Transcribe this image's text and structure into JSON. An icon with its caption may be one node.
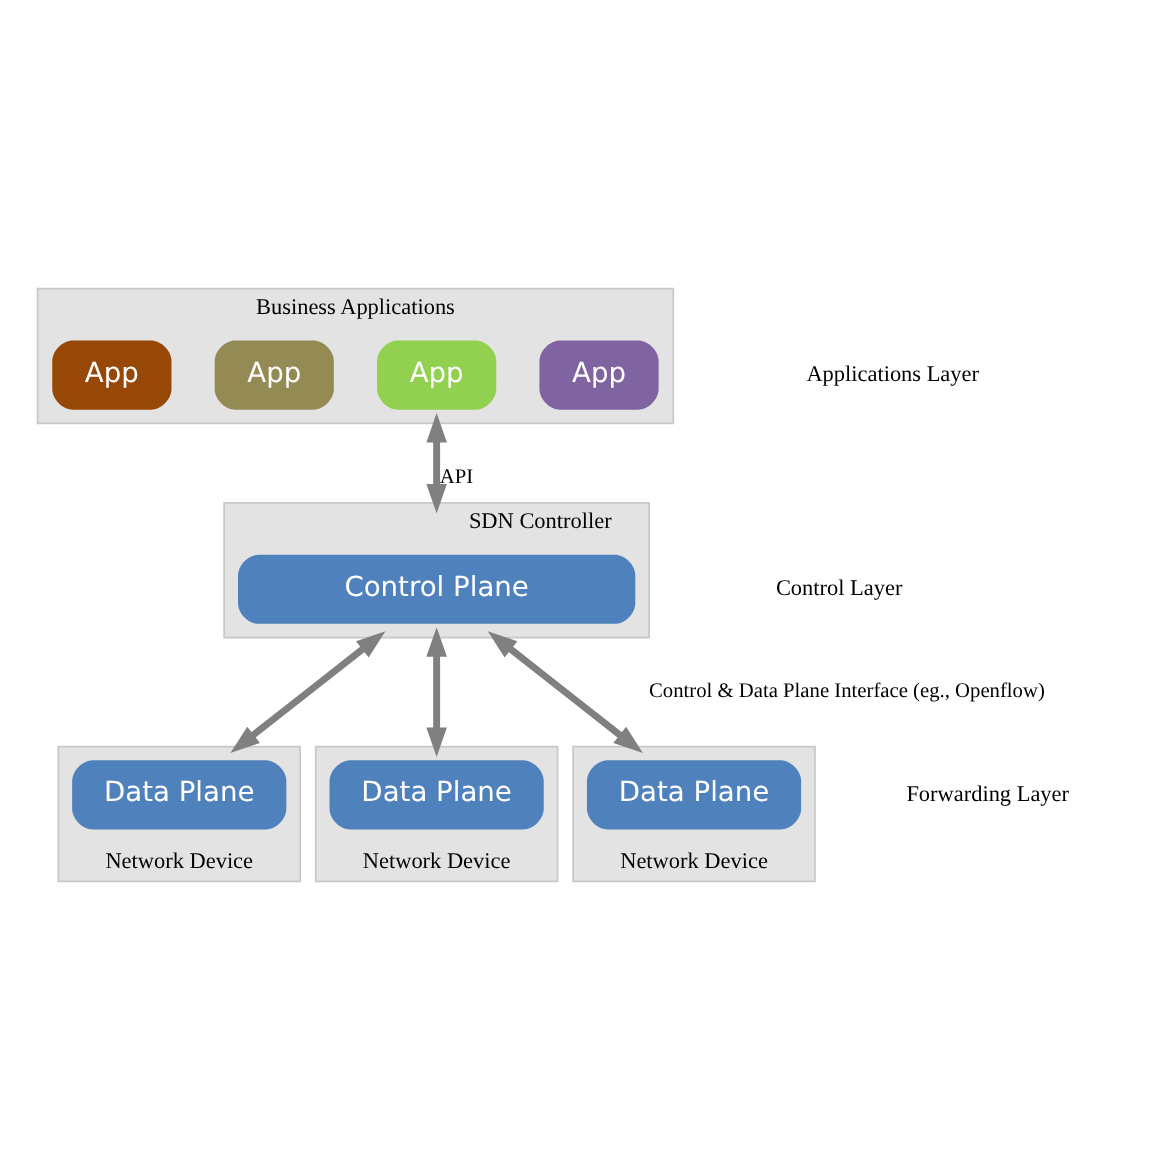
{
  "diagram": {
    "nodes": [
      {
        "text": [
          "Business Applications"
        ]
      },
      {
        "text": [
          "App"
        ],
        "in": 0
      },
      {
        "text": [
          "App"
        ],
        "in": 0
      },
      {
        "text": [
          "App"
        ],
        "in": 0
      },
      {
        "text": [
          "App"
        ],
        "in": 0
      },
      {
        "text": [
          "SDN Controller"
        ]
      },
      {
        "text": [
          "Control Plane"
        ],
        "in": 5
      },
      {
        "text": [
          "Network Device"
        ]
      },
      {
        "text": [
          "Data Plane"
        ],
        "in": 7
      },
      {
        "text": [
          "Network Device"
        ]
      },
      {
        "text": [
          "Data Plane"
        ],
        "in": 9
      },
      {
        "text": [
          "Network Device"
        ]
      },
      {
        "text": [
          "Data Plane"
        ],
        "in": 11
      }
    ],
    "edges": [
      {
        "from": 0,
        "to": 5,
        "arrow": "both",
        "label": "API"
      },
      {
        "from": 5,
        "to": 7,
        "arrow": "both"
      },
      {
        "from": 5,
        "to": 9,
        "arrow": "both"
      },
      {
        "from": 5,
        "to": 11,
        "arrow": "both",
        "label": "Control & Data Plane Interface (eg., Openflow)"
      }
    ],
    "labels": [
      "Applications Layer",
      "Control Layer",
      "Forwarding Layer"
    ]
  }
}
